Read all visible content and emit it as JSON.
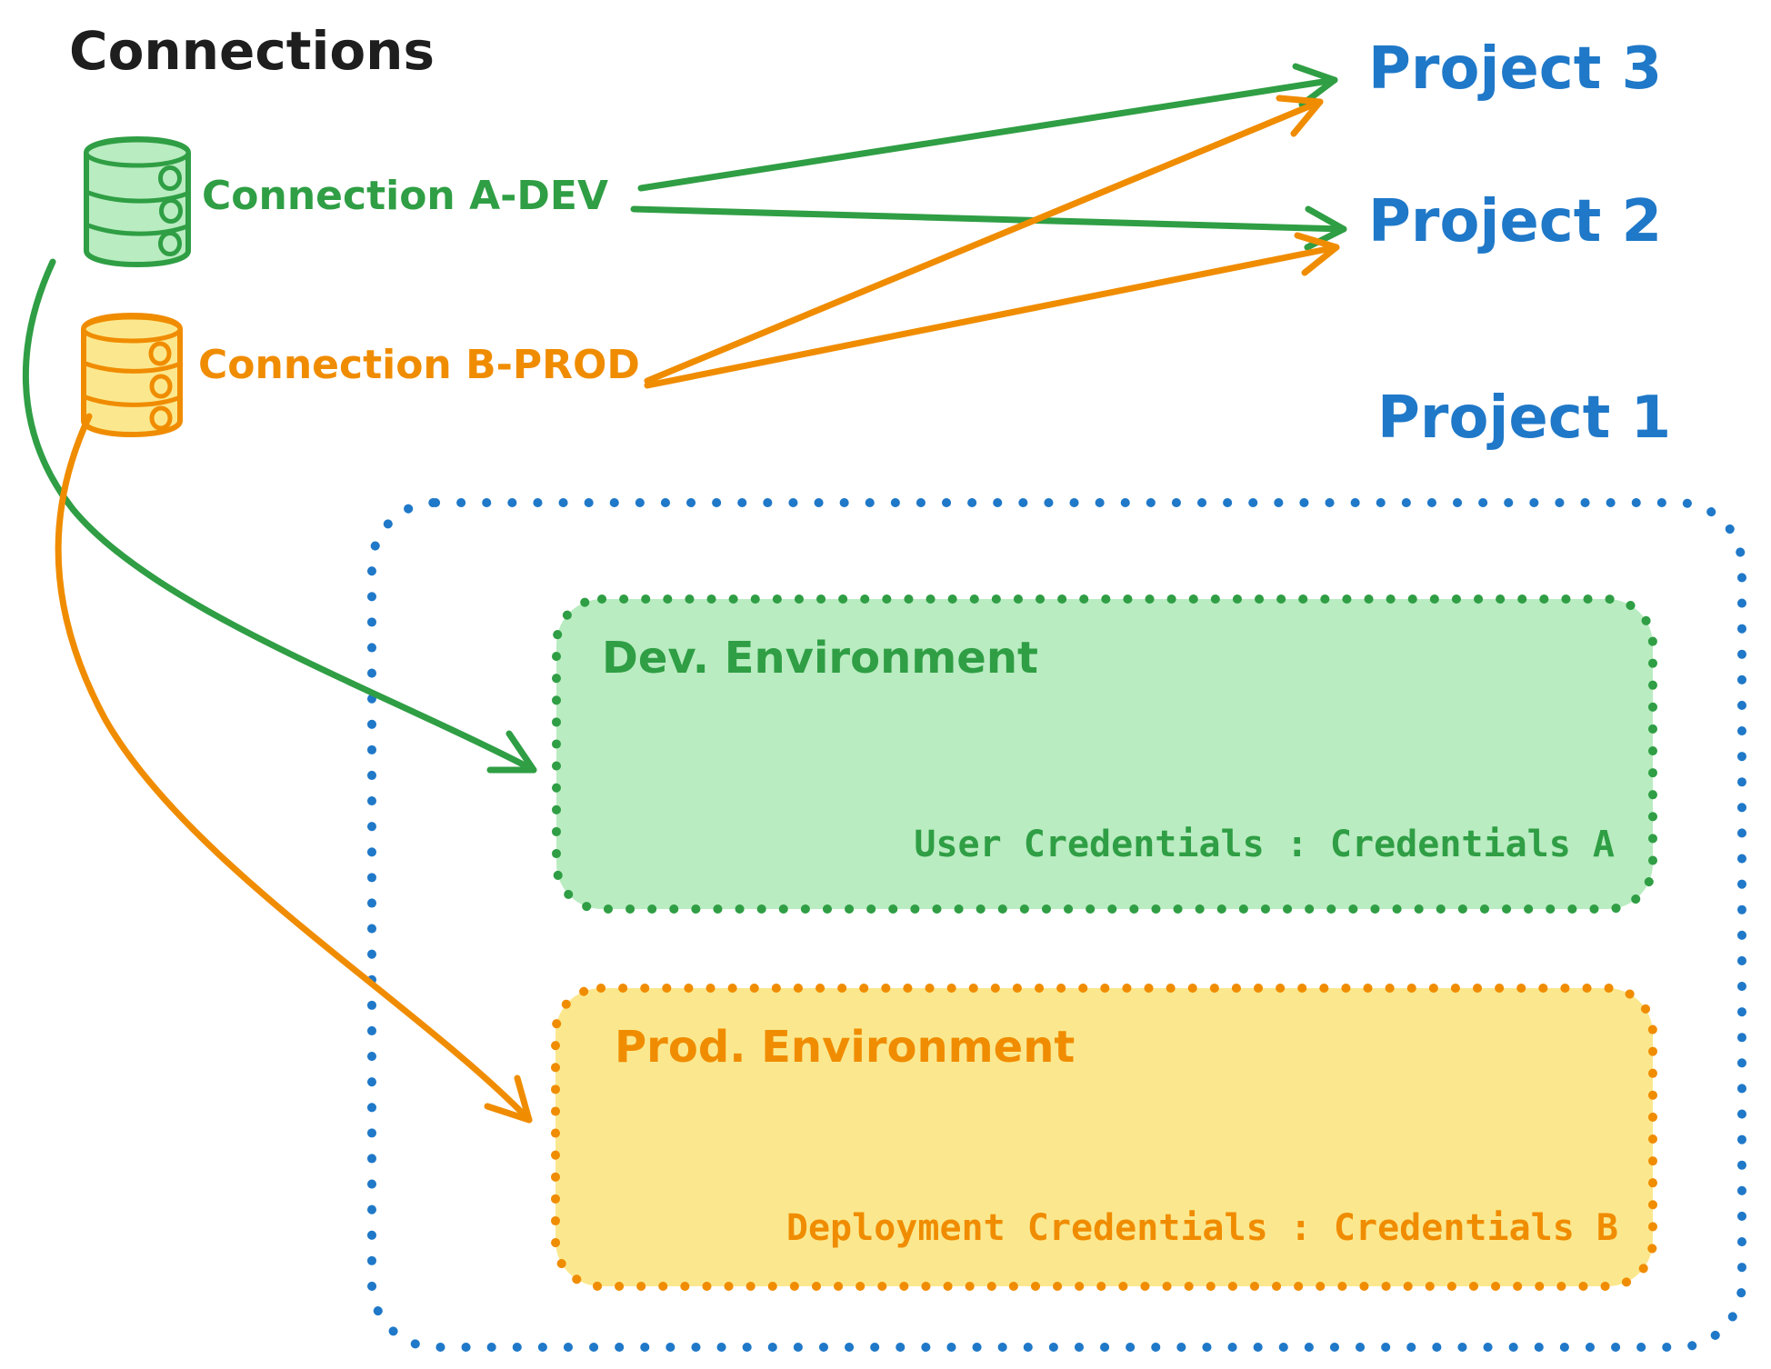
{
  "title": "Connections",
  "colors": {
    "ink": "#1e1e1e",
    "blue": "#1f78c8",
    "green": "#2f9e44",
    "green_fill": "#b9ecc1",
    "orange": "#f08c00",
    "orange_fill": "#fbe88e"
  },
  "connections": {
    "dev": {
      "label": "Connection A-DEV",
      "icon": "database-icon",
      "color": "#2f9e44"
    },
    "prod": {
      "label": "Connection B-PROD",
      "icon": "database-icon",
      "color": "#f08c00"
    }
  },
  "projects": {
    "project3": {
      "label": "Project 3"
    },
    "project2": {
      "label": "Project 2"
    },
    "project1": {
      "label": "Project 1",
      "dev_environment": {
        "title": "Dev. Environment",
        "credentials": "User Credentials : Credentials A"
      },
      "prod_environment": {
        "title": "Prod. Environment",
        "credentials": "Deployment Credentials : Credentials B"
      }
    }
  },
  "edges": [
    {
      "from": "Connection A-DEV",
      "to": "Project 3",
      "color": "#2f9e44"
    },
    {
      "from": "Connection A-DEV",
      "to": "Project 2",
      "color": "#2f9e44"
    },
    {
      "from": "Connection A-DEV",
      "to": "Project 1 > Dev. Environment",
      "color": "#2f9e44"
    },
    {
      "from": "Connection B-PROD",
      "to": "Project 3",
      "color": "#f08c00"
    },
    {
      "from": "Connection B-PROD",
      "to": "Project 2",
      "color": "#f08c00"
    },
    {
      "from": "Connection B-PROD",
      "to": "Project 1 > Prod. Environment",
      "color": "#f08c00"
    }
  ]
}
